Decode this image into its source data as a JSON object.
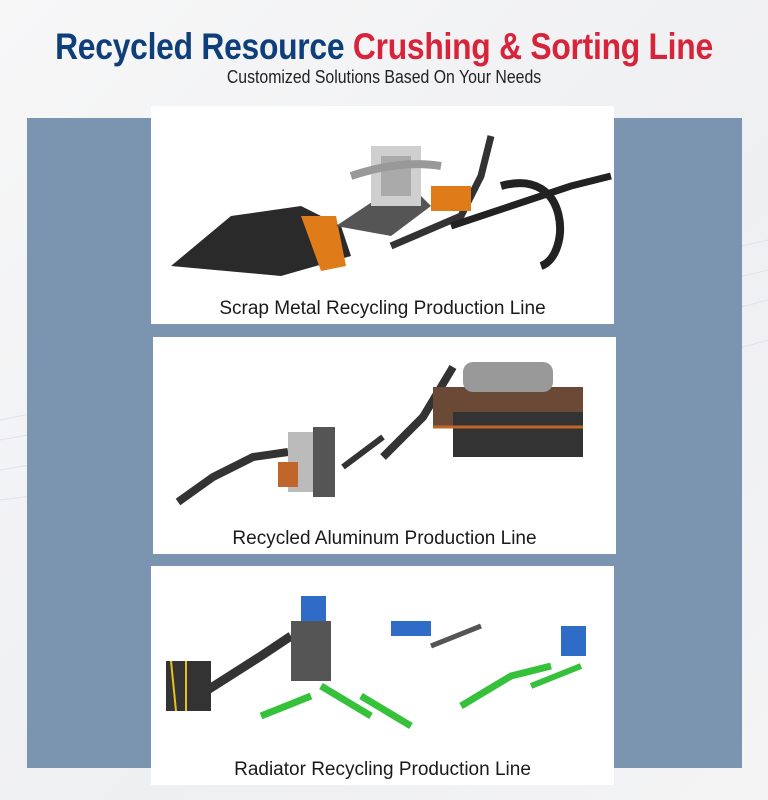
{
  "header": {
    "title_part1": "Recycled Resource",
    "title_part2": "Crushing & Sorting Line",
    "subtitle": "Customized Solutions Based On Your Needs"
  },
  "colors": {
    "title_blue": "#0e3f7a",
    "title_red": "#d8243a",
    "panel": "#7b95b1"
  },
  "products": [
    {
      "caption": "Scrap Metal Recycling Production Line"
    },
    {
      "caption": "Recycled Aluminum Production Line"
    },
    {
      "caption": "Radiator Recycling Production Line"
    }
  ]
}
